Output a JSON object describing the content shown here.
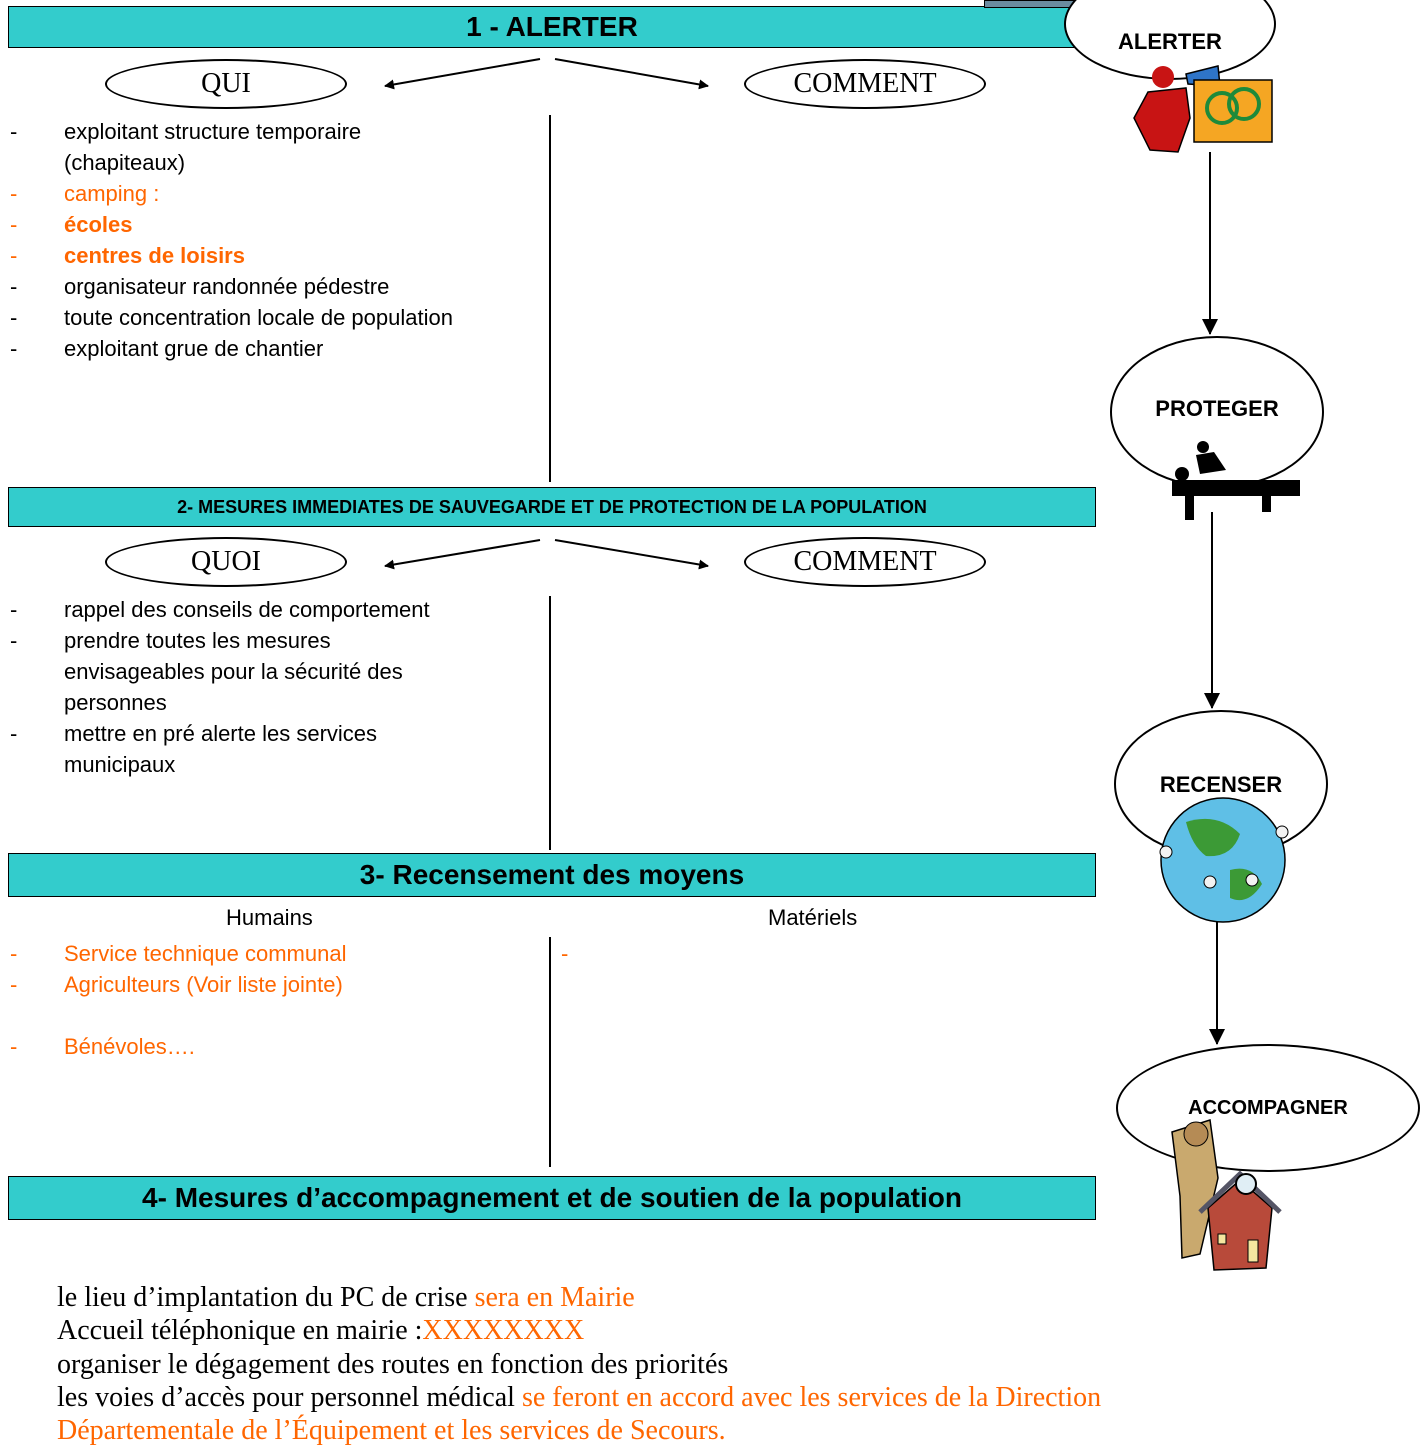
{
  "section1": {
    "title": "1 -  ALERTER",
    "left_oval": "QUI",
    "right_oval": "COMMENT",
    "items": [
      {
        "text": "exploitant structure temporaire",
        "cont": "(chapiteaux)",
        "style": "normal"
      },
      {
        "text": "camping :",
        "style": "orange"
      },
      {
        "text": "écoles",
        "style": "orange-bold"
      },
      {
        "text": "centres de loisirs",
        "style": "orange-bold"
      },
      {
        "text": "organisateur randonnée pédestre",
        "style": "normal"
      },
      {
        "text": "toute concentration locale de population",
        "style": "normal"
      },
      {
        "text": "exploitant grue de chantier",
        "style": "normal"
      }
    ]
  },
  "section2": {
    "title": "2- MESURES IMMEDIATES DE SAUVEGARDE ET DE PROTECTION DE LA POPULATION",
    "left_oval": "QUOI",
    "right_oval": "COMMENT",
    "items": [
      {
        "lines": [
          "rappel des conseils de comportement"
        ]
      },
      {
        "lines": [
          "prendre toutes les mesures",
          "envisageables pour la sécurité des",
          "personnes"
        ]
      },
      {
        "lines": [
          "mettre en pré alerte les services",
          "municipaux"
        ]
      }
    ]
  },
  "section3": {
    "title": "3- Recensement des moyens",
    "humains_label": "Humains",
    "materiels_label": "Matériels",
    "humains": [
      "Service technique communal",
      "Agriculteurs (Voir liste jointe)",
      "Bénévoles…."
    ],
    "materiels_dash": "-"
  },
  "section4": {
    "title": "4- Mesures d’accompagnement et de soutien de la population",
    "line1_black": "le lieu d’implantation du PC de crise ",
    "line1_orange": "sera en Mairie",
    "line2_black": "Accueil téléphonique  en mairie :",
    "line2_orange": "XXXXXXXX",
    "line3": "organiser le dégagement des routes en fonction des priorités",
    "line4_black": "les voies d’accès pour personnel médical ",
    "line4_orange": "se feront en accord avec les services de la Direction",
    "line5_orange": "Départementale de l’Équipement et les services de Secours."
  },
  "sidebar": {
    "steps": [
      "ALERTER",
      "PROTEGER",
      "RECENSER",
      "ACCOMPAGNER"
    ]
  },
  "colors": {
    "band": "#33CCCC",
    "accent": "#FF6600"
  }
}
